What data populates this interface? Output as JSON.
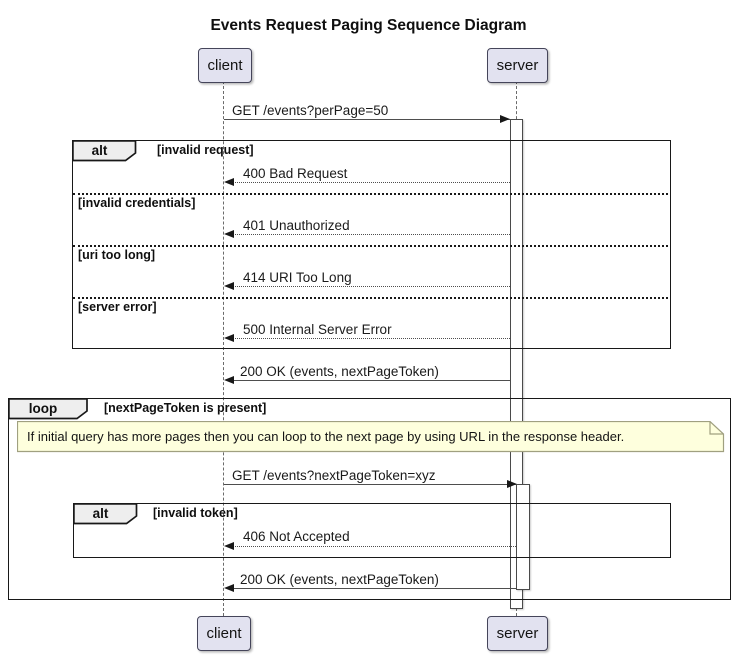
{
  "diagram": {
    "title": "Events Request Paging Sequence Diagram",
    "type": "sequence-diagram"
  },
  "participants": [
    {
      "label": "client"
    },
    {
      "label": "server"
    }
  ],
  "messages": [
    {
      "text": "GET /events?perPage=50",
      "from": "client",
      "to": "server",
      "line": "solid"
    },
    {
      "text": "400 Bad Request",
      "from": "server",
      "to": "client",
      "line": "dotted"
    },
    {
      "text": "401 Unauthorized",
      "from": "server",
      "to": "client",
      "line": "dotted"
    },
    {
      "text": "414 URI Too Long",
      "from": "server",
      "to": "client",
      "line": "dotted"
    },
    {
      "text": "500 Internal Server Error",
      "from": "server",
      "to": "client",
      "line": "dotted"
    },
    {
      "text": "200 OK (events, nextPageToken)",
      "from": "server",
      "to": "client",
      "line": "solid"
    },
    {
      "text": "GET /events?nextPageToken=xyz",
      "from": "client",
      "to": "server",
      "line": "solid"
    },
    {
      "text": "406 Not Accepted",
      "from": "server",
      "to": "client",
      "line": "dotted"
    },
    {
      "text": "200 OK (events, nextPageToken)",
      "from": "server",
      "to": "client",
      "line": "solid"
    }
  ],
  "fragments": [
    {
      "operator": "alt",
      "guard": "[invalid request]",
      "else_labels": [
        "[invalid credentials]",
        "[uri too long]",
        "[server error]"
      ]
    },
    {
      "operator": "loop",
      "guard": "[nextPageToken is present]"
    },
    {
      "operator": "alt",
      "guard": "[invalid token]"
    }
  ],
  "note": {
    "text": "If initial query has more pages then you can loop to the next page by using URL in the response header."
  },
  "colors": {
    "background": "#FFFFFF",
    "participant_fill": "#E2E2F0",
    "participant_border": "#45455A",
    "fragment_border": "#181818",
    "operator_fill": "#EEEEEE",
    "note_fill": "#FEFFDD",
    "note_border": "#A0A080",
    "lifeline": "#6B6B6B",
    "message_line": "#4E4E4E"
  }
}
